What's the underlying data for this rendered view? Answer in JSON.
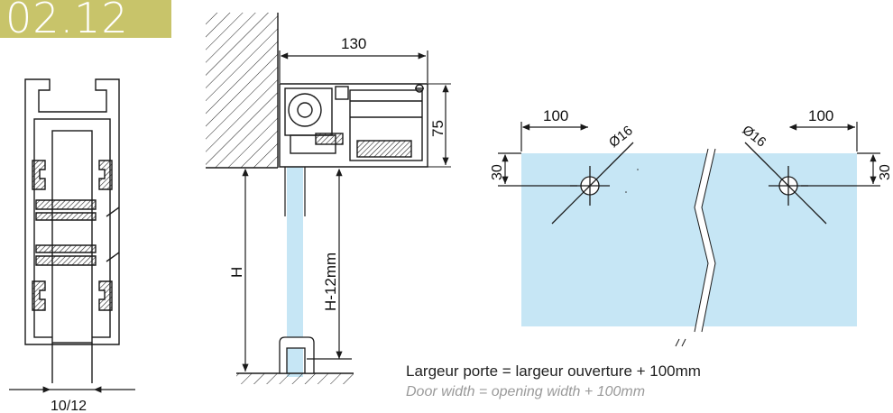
{
  "badge": {
    "label": "02.12"
  },
  "profile": {
    "thickness_label": "10/12"
  },
  "section": {
    "width_label": "130",
    "height_label": "75",
    "door_height_label": "H",
    "glass_height_label": "H-12mm"
  },
  "panel": {
    "left_offset_label": "100",
    "right_offset_label": "100",
    "left_top_label": "30",
    "right_top_label": "30",
    "left_hole_label": "Ø16",
    "right_hole_label": "Ø16",
    "glass_color": "#c6e6f5"
  },
  "caption": {
    "french": "Largeur porte = largeur ouverture + 100mm",
    "english": "Door width = opening width + 100mm"
  },
  "colors": {
    "accent": "#c8c46a",
    "line": "#1a1a1a"
  }
}
